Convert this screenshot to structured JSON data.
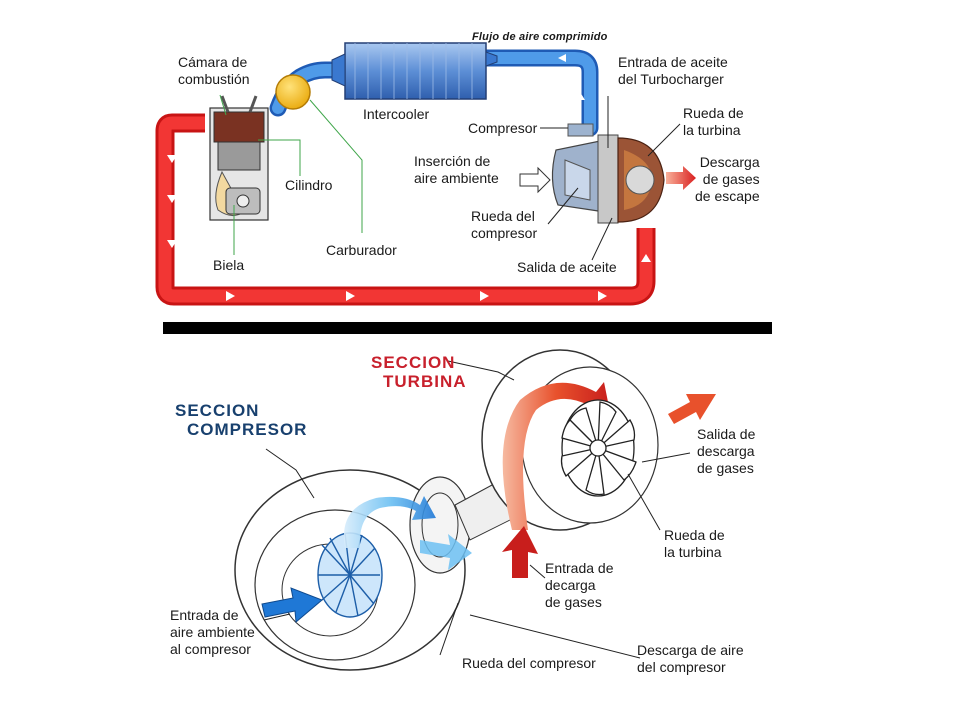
{
  "colors": {
    "hot_pipe": "#e8282a",
    "cold_pipe": "#3f8ee6",
    "intercooler": "#5d8fd6",
    "carburetor": "#f7c21d",
    "turbine_red": "#d9251f",
    "compressor_blue": "#2f86e0",
    "section_red": "#c8202c",
    "section_blue": "#18406e"
  },
  "top_diagram": {
    "flujo": "Flujo de aire comprimido",
    "camara": [
      "Cámara de",
      "combustión"
    ],
    "intercooler": "Intercooler",
    "entrada_aceite": [
      "Entrada de aceite",
      "del Turbocharger"
    ],
    "rueda_turbina": [
      "Rueda de",
      "la turbina"
    ],
    "compresor": "Compresor",
    "insercion": [
      "Inserción de",
      "aire ambiente"
    ],
    "descarga": [
      "Descarga",
      "de gases",
      "de escape"
    ],
    "cilindro": "Cilindro",
    "rueda_compresor": [
      "Rueda del",
      "compresor"
    ],
    "carburador": "Carburador",
    "biela": "Biela",
    "salida_aceite": "Salida de aceite"
  },
  "bottom_diagram": {
    "seccion_turbina": [
      "SECCION",
      "TURBINA"
    ],
    "seccion_compresor": [
      "SECCION",
      "COMPRESOR"
    ],
    "salida_descarga": [
      "Salida de",
      "descarga",
      "de gases"
    ],
    "rueda_turbina": [
      "Rueda de",
      "la turbina"
    ],
    "entrada_decarga": [
      "Entrada de",
      "decarga",
      "de gases"
    ],
    "entrada_aire": [
      "Entrada de",
      "aire ambiente",
      "al compresor"
    ],
    "rueda_compresor": "Rueda del compresor",
    "descarga_aire": [
      "Descarga de aire",
      "del compresor"
    ]
  }
}
